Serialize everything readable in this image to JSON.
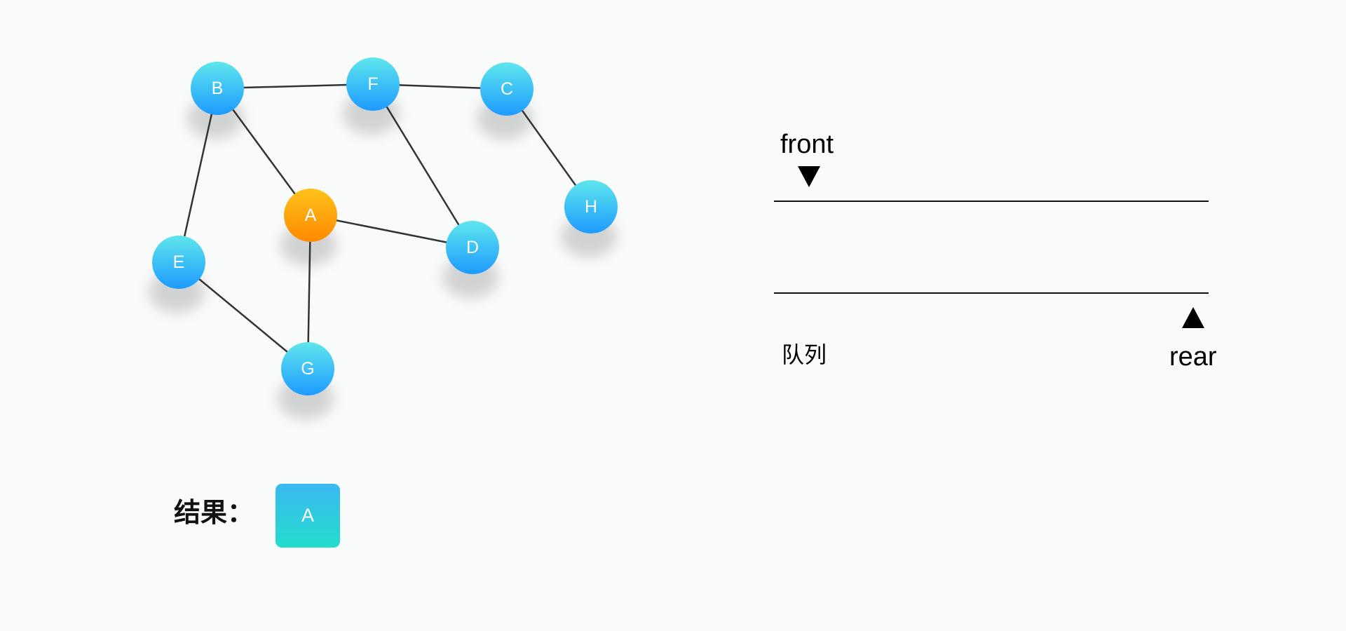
{
  "graph": {
    "nodes": [
      {
        "id": "A",
        "label": "A",
        "state": "current"
      },
      {
        "id": "B",
        "label": "B",
        "state": "default"
      },
      {
        "id": "C",
        "label": "C",
        "state": "default"
      },
      {
        "id": "D",
        "label": "D",
        "state": "default"
      },
      {
        "id": "E",
        "label": "E",
        "state": "default"
      },
      {
        "id": "F",
        "label": "F",
        "state": "default"
      },
      {
        "id": "G",
        "label": "G",
        "state": "default"
      },
      {
        "id": "H",
        "label": "H",
        "state": "default"
      }
    ],
    "edges": [
      [
        "B",
        "F"
      ],
      [
        "F",
        "C"
      ],
      [
        "B",
        "A"
      ],
      [
        "B",
        "E"
      ],
      [
        "F",
        "D"
      ],
      [
        "C",
        "H"
      ],
      [
        "A",
        "D"
      ],
      [
        "A",
        "G"
      ],
      [
        "E",
        "G"
      ]
    ]
  },
  "queue": {
    "front_label": "front",
    "rear_label": "rear",
    "title": "队列",
    "items": []
  },
  "result": {
    "label": "结果：",
    "items": [
      "A"
    ]
  },
  "colors": {
    "background": "#f9fafa",
    "node_default_top": "#5ee6ec",
    "node_default_bottom": "#1e9bff",
    "node_current_top": "#ffc21a",
    "node_current_bottom": "#ff8a00",
    "edge": "#333333",
    "result_top": "#3bb8f2",
    "result_bottom": "#22ddcd"
  }
}
